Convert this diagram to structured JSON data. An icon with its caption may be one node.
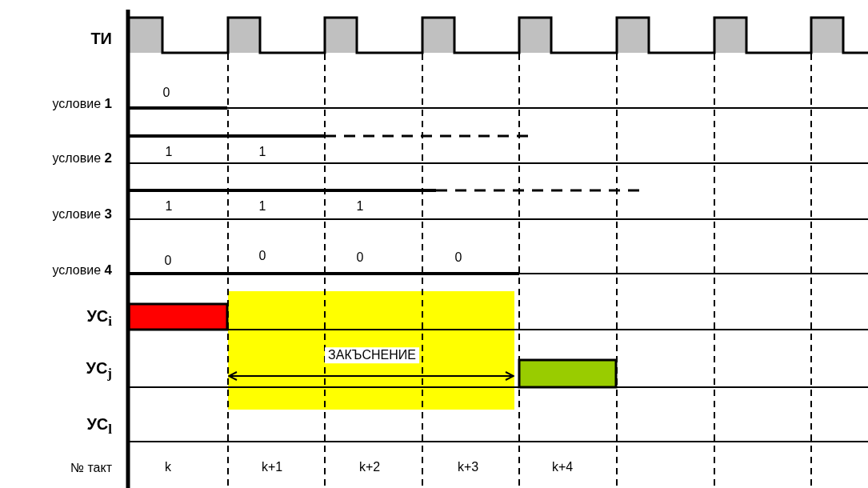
{
  "diagram": {
    "labels": [
      "ТИ",
      "условие **1**",
      "0",
      "условие **2**",
      "1",
      "1",
      "условие **3**",
      "1",
      "1",
      "1",
      "условие **4**",
      "0",
      "0",
      "0",
      "0",
      "УС$_{i}$",
      "ЗАКЪСНЕНИЕ",
      "УС$_{j}$",
      "УС$_{l}$",
      "№ такт",
      "k",
      "k+1",
      "k+2",
      "k+3",
      "k+4"
    ]
  }
}
